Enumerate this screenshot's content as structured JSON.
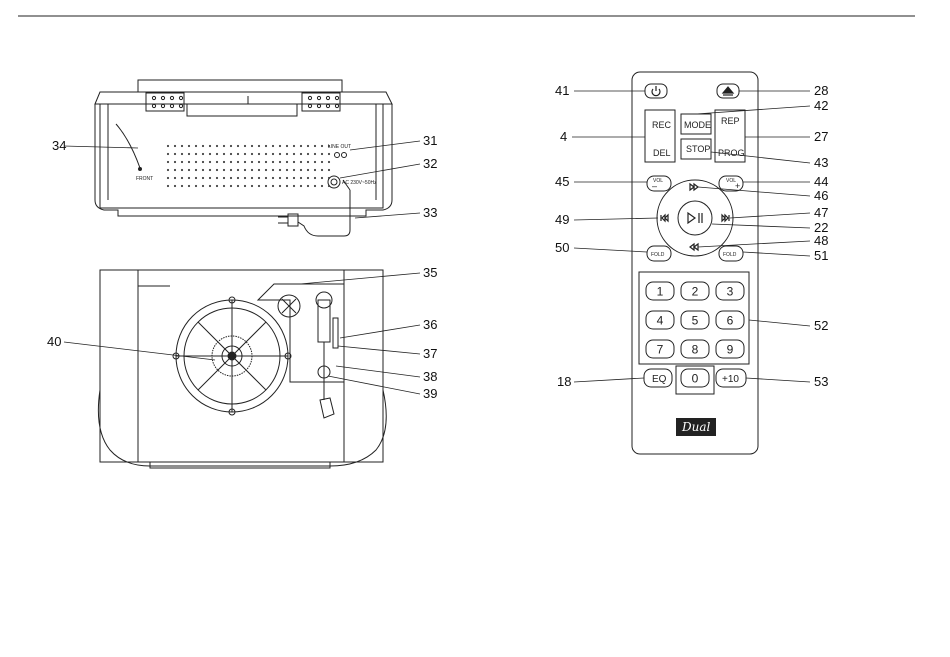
{
  "callouts": {
    "c34": "34",
    "c31": "31",
    "c32": "32",
    "c33": "33",
    "c35": "35",
    "c36": "36",
    "c37": "37",
    "c38": "38",
    "c39": "39",
    "c40": "40",
    "c41": "41",
    "c28": "28",
    "c42": "42",
    "c4": "4",
    "c27": "27",
    "c43": "43",
    "c45": "45",
    "c44": "44",
    "c46": "46",
    "c49": "49",
    "c47": "47",
    "c22": "22",
    "c48": "48",
    "c50": "50",
    "c51": "51",
    "c52": "52",
    "c18": "18",
    "c53": "53"
  },
  "device_back": {
    "front_label": "FRONT",
    "line_out_label": "LINE OUT",
    "power_label": "AC 230V~50Hz"
  },
  "remote": {
    "rec": "REC",
    "del": "DEL",
    "mode": "MODE",
    "stop": "STOP",
    "rep": "REP",
    "prog": "PROG",
    "vol_minus": "VOL",
    "vol_plus": "VOL",
    "fold_minus": "FOLD",
    "fold_plus": "FOLD",
    "eq": "EQ",
    "plus10": "+10",
    "digits": [
      "1",
      "2",
      "3",
      "4",
      "5",
      "6",
      "7",
      "8",
      "9",
      "0"
    ],
    "brand": "Dual"
  },
  "colors": {
    "line": "#222222",
    "remote_body": "#ffffff"
  },
  "icons": {
    "power": "power-icon",
    "eject": "eject-icon",
    "play_pause": "play-pause-icon",
    "next": "next-track-icon",
    "prev": "previous-track-icon",
    "fast_forward": "fast-forward-icon",
    "rewind": "rewind-icon"
  }
}
